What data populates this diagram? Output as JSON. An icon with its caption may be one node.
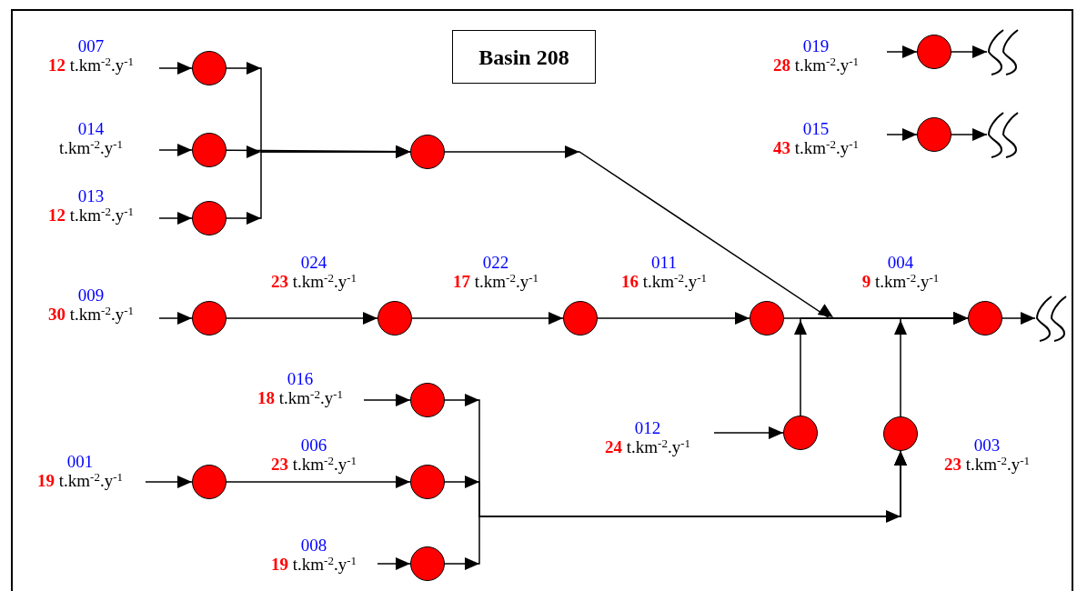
{
  "diagram": {
    "nodes": [
      {
        "text": [
          "Basin 208"
        ]
      },
      {
        "text": [],
        "shape": "circle",
        "beside": [
          "007",
          "**12** t.km$^{-2}$.y$^{-1}$"
        ]
      },
      {
        "text": [],
        "shape": "circle",
        "beside": [
          "014",
          "t.km$^{-2}$.y$^{-1}$"
        ]
      },
      {
        "text": [],
        "shape": "circle",
        "beside": [
          "013",
          "**12** t.km$^{-2}$.y$^{-1}$"
        ]
      },
      {
        "text": [],
        "shape": "circle"
      },
      {
        "text": [],
        "shape": "circle",
        "beside": [
          "019",
          "**28** t.km$^{-2}$.y$^{-1}$"
        ]
      },
      {
        "text": [],
        "shape": "waves"
      },
      {
        "text": [],
        "shape": "circle",
        "beside": [
          "015",
          "**43** t.km$^{-2}$.y$^{-1}$"
        ]
      },
      {
        "text": [],
        "shape": "waves"
      },
      {
        "text": [],
        "shape": "circle",
        "beside": [
          "009",
          "**30** t.km$^{-2}$.y$^{-1}$"
        ]
      },
      {
        "text": [],
        "shape": "circle",
        "beside": [
          "024",
          "**23** t.km$^{-2}$.y$^{-1}$"
        ]
      },
      {
        "text": [],
        "shape": "circle",
        "beside": [
          "022",
          "**17** t.km$^{-2}$.y$^{-1}$"
        ]
      },
      {
        "text": [],
        "shape": "circle",
        "beside": [
          "011",
          "**16** t.km$^{-2}$.y$^{-1}$"
        ]
      },
      {
        "text": [],
        "shape": "circle",
        "beside": [
          "004",
          "**9** t.km$^{-2}$.y$^{-1}$"
        ]
      },
      {
        "text": [],
        "shape": "waves"
      },
      {
        "text": [],
        "shape": "circle",
        "beside": [
          "016",
          "**18** t.km$^{-2}$.y$^{-1}$"
        ]
      },
      {
        "text": [],
        "shape": "circle",
        "beside": [
          "001",
          "**19** t.km$^{-2}$.y$^{-1}$"
        ]
      },
      {
        "text": [],
        "shape": "circle",
        "beside": [
          "006",
          "**23** t.km$^{-2}$.y$^{-1}$"
        ]
      },
      {
        "text": [],
        "shape": "circle",
        "beside": [
          "008",
          "**19** t.km$^{-2}$.y$^{-1}$"
        ]
      },
      {
        "text": [],
        "shape": "circle",
        "beside": [
          "012",
          "**24** t.km$^{-2}$.y$^{-1}$"
        ]
      },
      {
        "text": [],
        "shape": "circle",
        "beside": [
          "003",
          "**23** t.km$^{-2}$.y$^{-1}$"
        ]
      }
    ],
    "edges": [
      {
        "from": null,
        "to": 1,
        "arrow": "to"
      },
      {
        "from": null,
        "to": 2,
        "arrow": "to"
      },
      {
        "from": null,
        "to": 3,
        "arrow": "to"
      },
      {
        "from": 1,
        "to": 4,
        "arrow": "to"
      },
      {
        "from": 2,
        "to": 4,
        "arrow": "to"
      },
      {
        "from": 3,
        "to": 4,
        "arrow": "to"
      },
      {
        "from": 4,
        "to": 13,
        "arrow": "to"
      },
      {
        "from": null,
        "to": 5,
        "arrow": "to"
      },
      {
        "from": 5,
        "to": 6,
        "arrow": "to"
      },
      {
        "from": null,
        "to": 7,
        "arrow": "to"
      },
      {
        "from": 7,
        "to": 8,
        "arrow": "to"
      },
      {
        "from": null,
        "to": 9,
        "arrow": "to"
      },
      {
        "from": 9,
        "to": 10,
        "arrow": "to"
      },
      {
        "from": 10,
        "to": 11,
        "arrow": "to"
      },
      {
        "from": 11,
        "to": 12,
        "arrow": "to"
      },
      {
        "from": 12,
        "to": 13,
        "arrow": "to"
      },
      {
        "from": 13,
        "to": 14,
        "arrow": "to"
      },
      {
        "from": 19,
        "to": 13,
        "arrow": "to"
      },
      {
        "from": 20,
        "to": 13,
        "arrow": "to"
      },
      {
        "from": null,
        "to": 15,
        "arrow": "to"
      },
      {
        "from": null,
        "to": 16,
        "arrow": "to"
      },
      {
        "from": null,
        "to": 18,
        "arrow": "to"
      },
      {
        "from": 16,
        "to": 17,
        "arrow": "to"
      },
      {
        "from": 15,
        "to": 20,
        "arrow": "to"
      },
      {
        "from": 17,
        "to": 20,
        "arrow": "to"
      },
      {
        "from": 18,
        "to": 20,
        "arrow": "to"
      },
      {
        "from": null,
        "to": 19,
        "arrow": "to"
      }
    ]
  }
}
